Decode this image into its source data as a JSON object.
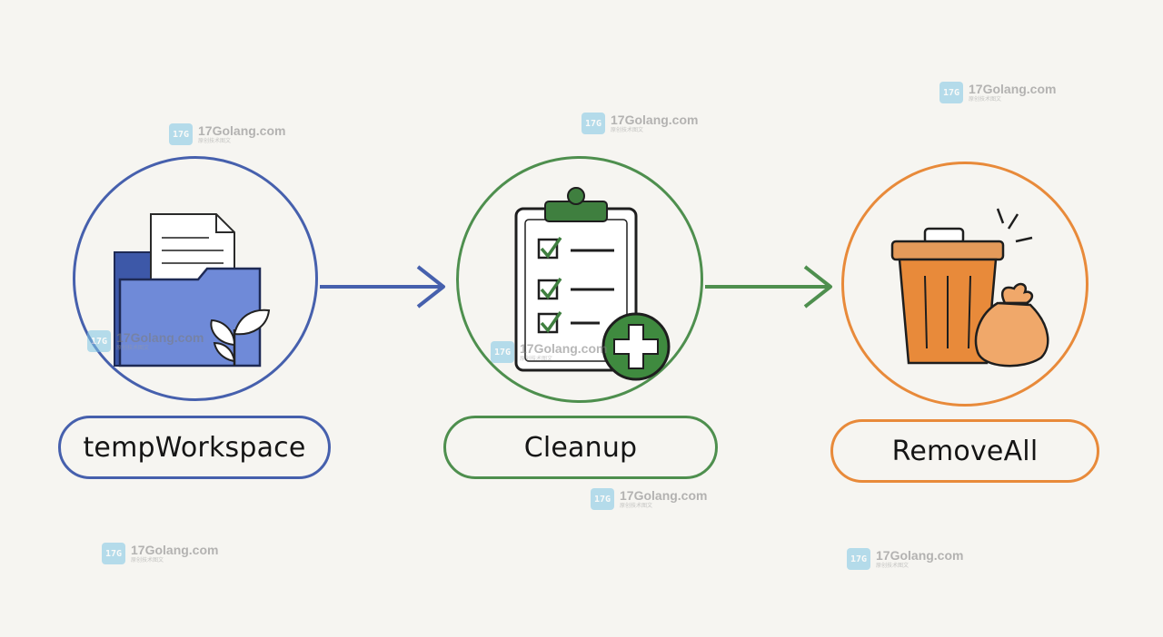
{
  "nodes": [
    {
      "label": "tempWorkspace",
      "icon": "folder-sprout-icon",
      "color": "#4660ad"
    },
    {
      "label": "Cleanup",
      "icon": "clipboard-checklist-icon",
      "color": "#4e8f4e"
    },
    {
      "label": "RemoveAll",
      "icon": "trash-bin-icon",
      "color": "#e88a3a"
    }
  ],
  "watermark": {
    "domain": "17Golang.com",
    "subtitle": "原创技术图文",
    "logo_text": "17G"
  }
}
